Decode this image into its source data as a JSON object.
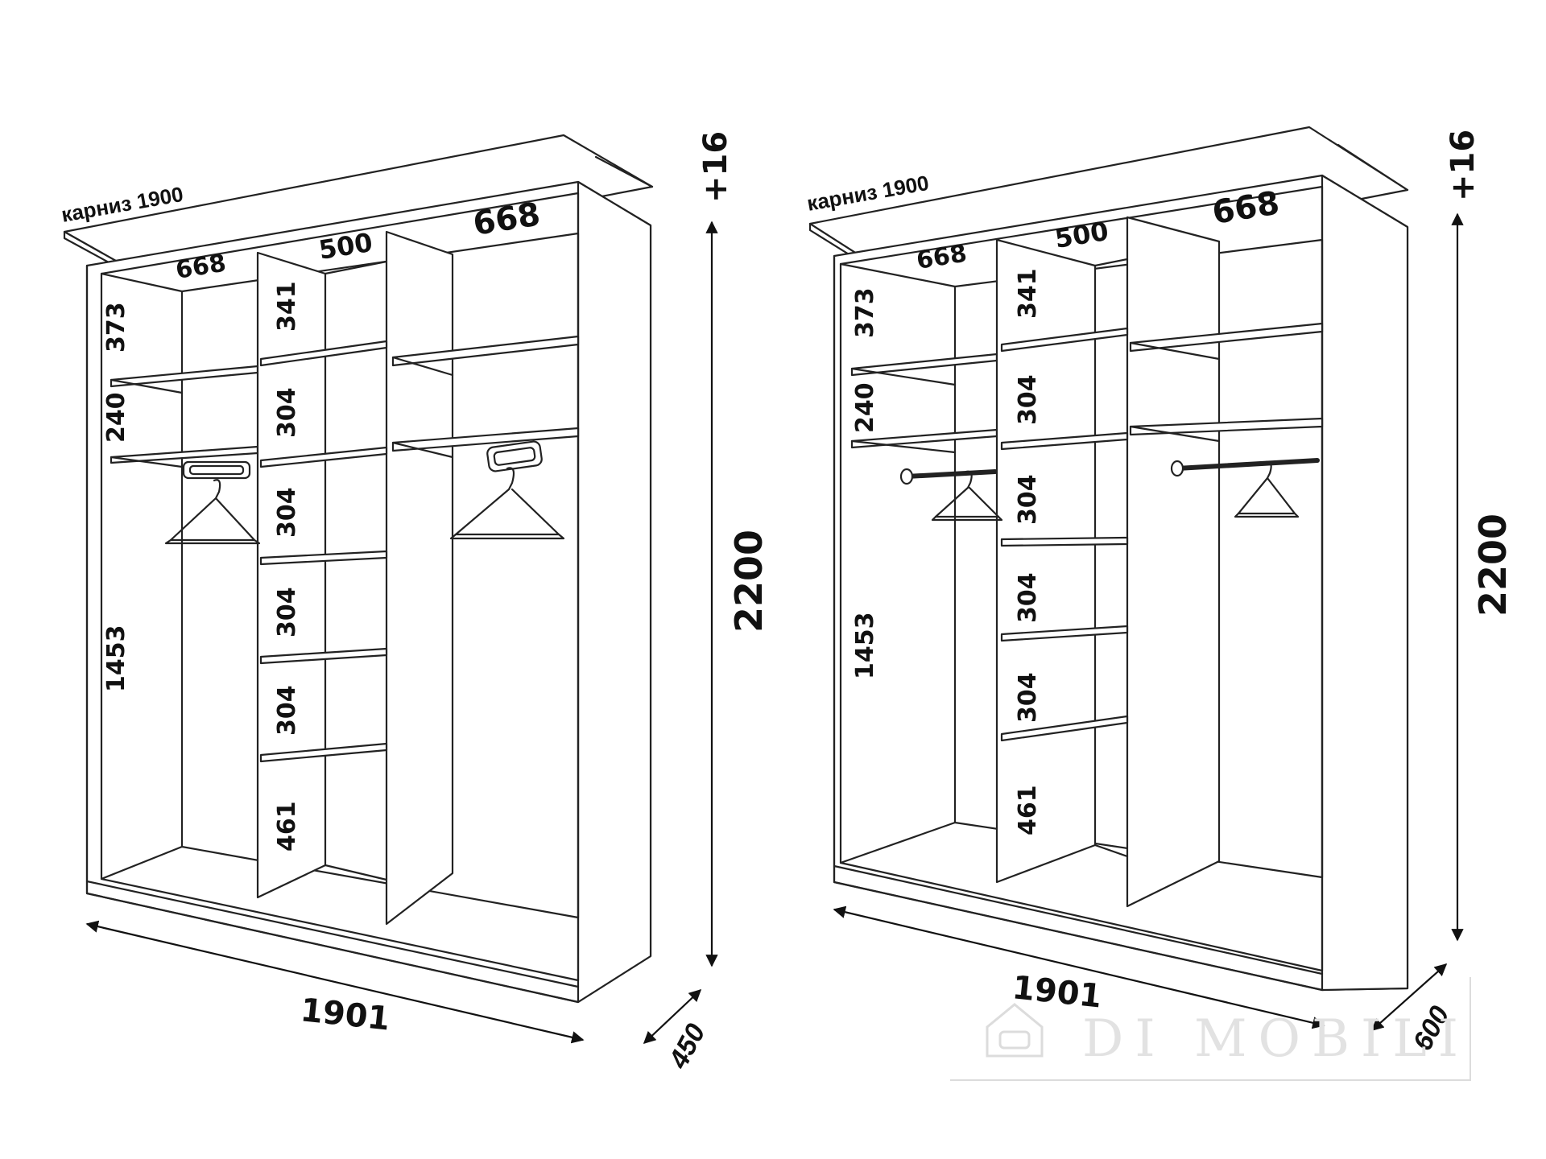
{
  "wardrobe_left": {
    "cornice_label": "карниз 1900",
    "top_widths": [
      "668",
      "500",
      "668"
    ],
    "left_section_heights": [
      "373",
      "240",
      "1453"
    ],
    "middle_section_heights": [
      "341",
      "304",
      "304",
      "304",
      "304",
      "461"
    ],
    "top_allowance": "+16",
    "total_height": "2200",
    "total_width": "1901",
    "depth": "450",
    "hanging_fixture": "pull-down-rail"
  },
  "wardrobe_right": {
    "cornice_label": "карниз 1900",
    "top_widths": [
      "668",
      "500",
      "668"
    ],
    "left_section_heights": [
      "373",
      "240",
      "1453"
    ],
    "middle_section_heights": [
      "341",
      "304",
      "304",
      "304",
      "304",
      "461"
    ],
    "top_allowance": "+16",
    "total_height": "2200",
    "total_width": "1901",
    "depth": "600",
    "hanging_fixture": "clothes-rod"
  },
  "watermark": {
    "text": "DI MOBILI"
  }
}
